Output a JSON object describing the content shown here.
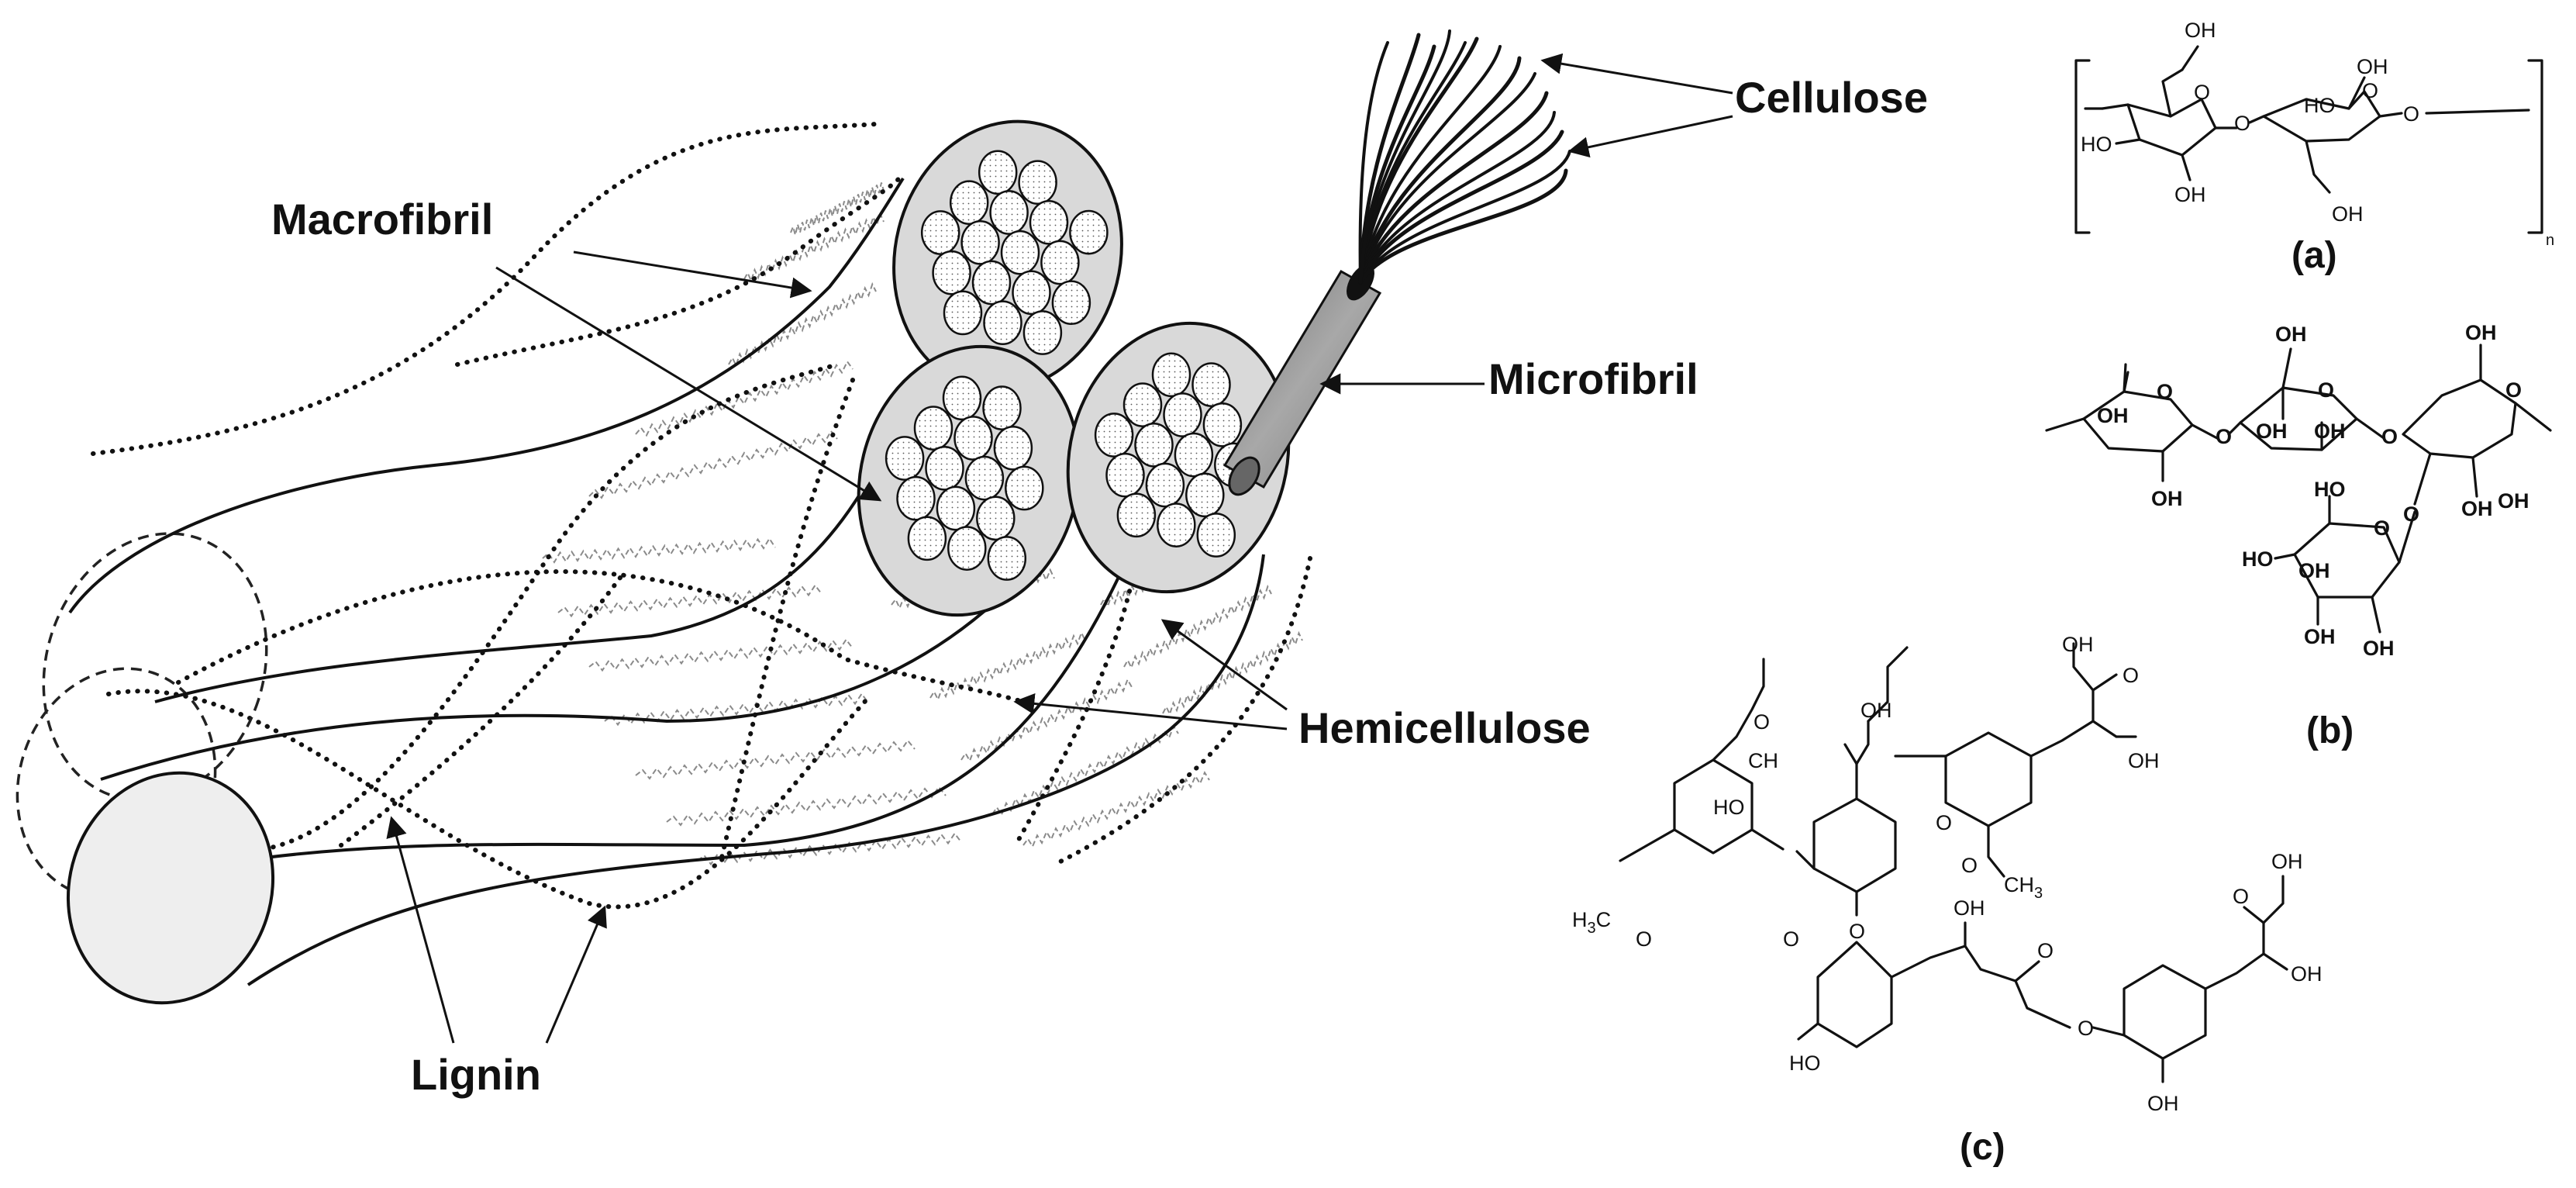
{
  "labels": {
    "cellulose": "Cellulose",
    "macrofibril": "Macrofibril",
    "microfibril": "Microfibril",
    "hemicellulose": "Hemicellulose",
    "lignin": "Lignin"
  },
  "panels": {
    "a": "(a)",
    "b": "(b)",
    "c": "(c)"
  },
  "chem_labels": {
    "oh": "OH",
    "ho": "HO",
    "o": "O",
    "n": "n",
    "ch": "CH",
    "h3c": "H",
    "ch3": "CH"
  },
  "colors": {
    "ink": "#111111",
    "macrofibril_fill": "#d9d9d9",
    "microfibril_rod": "#8c8c8c",
    "fiber_end": "#eeeeee",
    "hemicellulose_strand": "#8a8a8a"
  }
}
